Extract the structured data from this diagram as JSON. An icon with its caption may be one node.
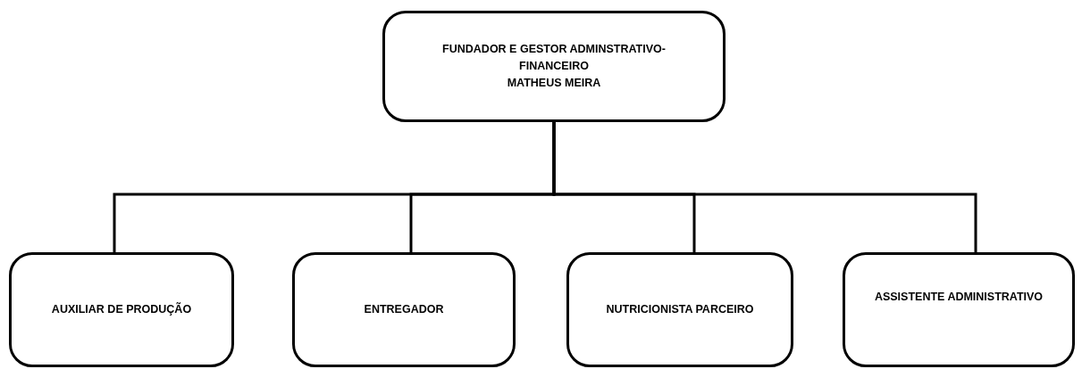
{
  "diagram": {
    "nodes": [
      {
        "text": [
          "FUNDADOR E GESTOR ADMINSTRATIVO-FINANCEIRO",
          "MATHEUS MEIRA"
        ]
      },
      {
        "text": [
          "AUXILIAR DE PRODUÇÃO"
        ]
      },
      {
        "text": [
          "ENTREGADOR"
        ]
      },
      {
        "text": [
          "NUTRICIONISTA PARCEIRO"
        ]
      },
      {
        "text": [
          "ASSISTENTE ADMINISTRATIVO"
        ]
      }
    ],
    "edges": [
      {
        "from": 0,
        "to": 1,
        "arrow": "none"
      },
      {
        "from": 0,
        "to": 2,
        "arrow": "none"
      },
      {
        "from": 0,
        "to": 3,
        "arrow": "none"
      },
      {
        "from": 0,
        "to": 4,
        "arrow": "none"
      }
    ]
  }
}
